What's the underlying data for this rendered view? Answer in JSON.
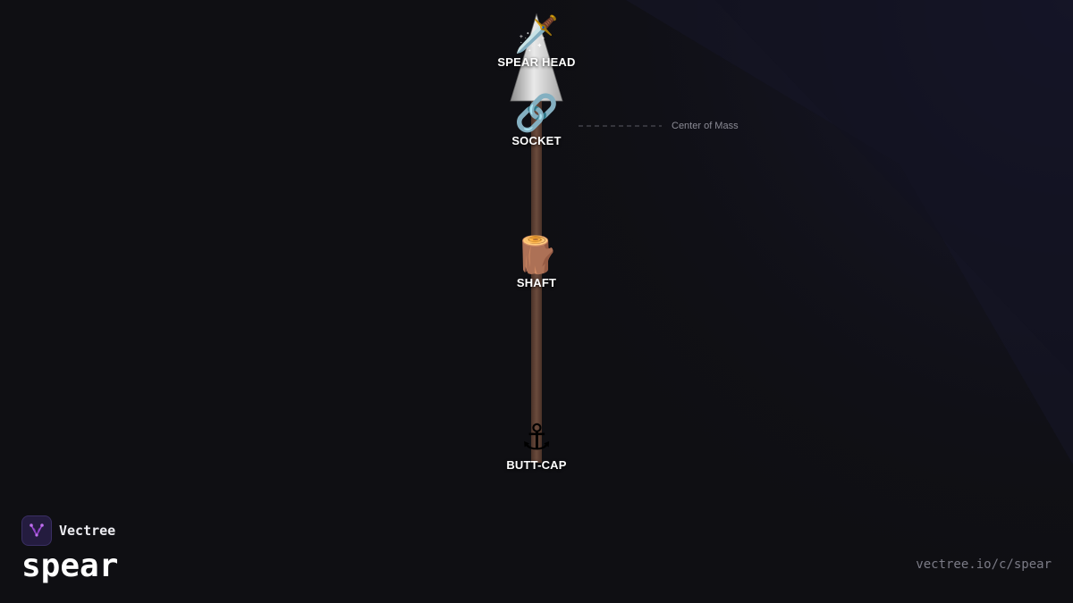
{
  "parts": [
    {
      "id": "spear-head",
      "emoji": "🗡️",
      "label": "SPEAR HEAD"
    },
    {
      "id": "socket",
      "emoji": "🔗",
      "label": "SOCKET"
    },
    {
      "id": "shaft",
      "emoji": "🪵",
      "label": "SHAFT"
    },
    {
      "id": "butt-cap",
      "emoji": "⚓",
      "label": "BUTT-CAP"
    }
  ],
  "center_of_mass_label": "Center of Mass",
  "brand": {
    "name": "Vectree"
  },
  "title": "spear",
  "url": "vectree.io/c/spear",
  "colors": {
    "background": "#0f0f13",
    "shaft": "#5a3f33",
    "spearhead": "#d9d9d9",
    "label": "#ffffff",
    "muted": "#8a8a94",
    "brand_accent": "#a04ad8"
  }
}
